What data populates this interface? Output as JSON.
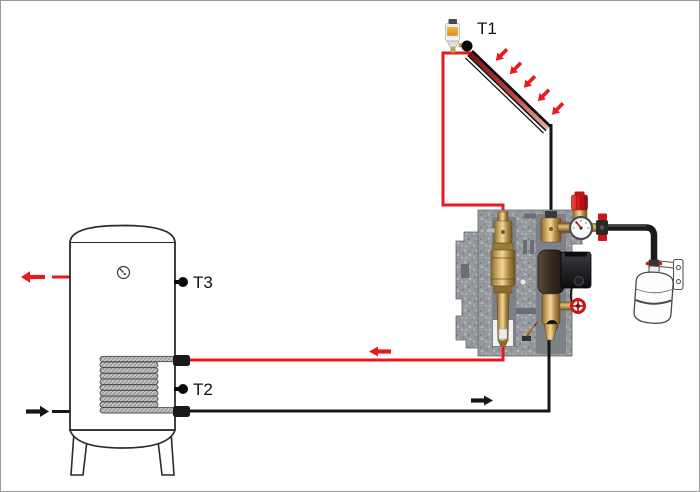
{
  "labels": {
    "t1": "T1",
    "t2": "T2",
    "t3": "T3"
  },
  "colors": {
    "hot_pipe": "#e8191f",
    "cold_pipe": "#161616",
    "brass": "#b08a46",
    "insulation": "#96999e",
    "safety_red": "#cf1616",
    "outline": "#2b2b2b"
  },
  "components": [
    "solar-collector",
    "sun-irradiation-arrows",
    "automatic-air-vent",
    "t1-sensor",
    "hot-pipe-circuit",
    "cold-pipe-circuit",
    "pump-station",
    "flow-meter",
    "circulation-pump",
    "safety-valve",
    "pressure-gauge",
    "expansion-vessel",
    "wall-bracket",
    "storage-tank",
    "heat-exchanger-coil",
    "t2-sensor",
    "t3-sensor"
  ]
}
